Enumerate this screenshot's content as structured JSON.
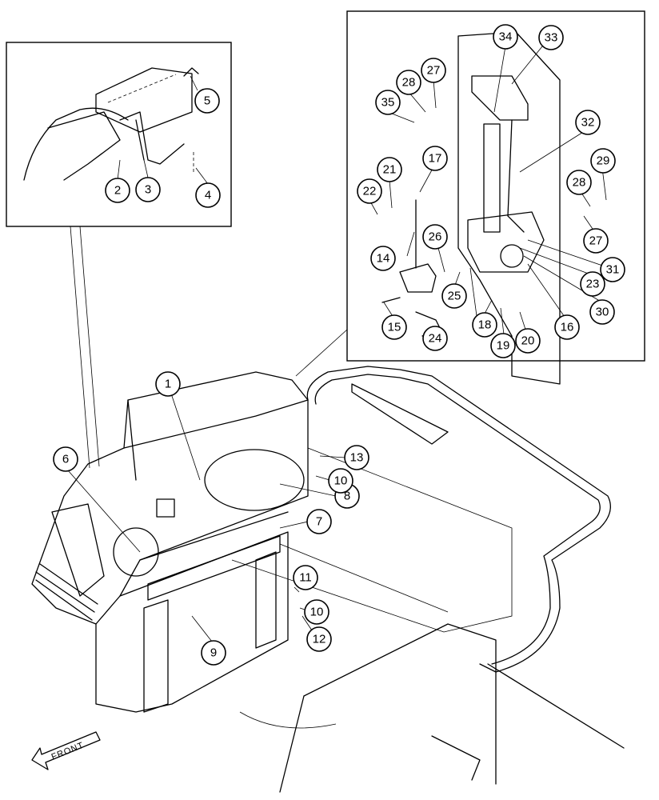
{
  "diagram": {
    "front_label": "FRONT",
    "callouts": [
      "1",
      "2",
      "3",
      "4",
      "5",
      "6",
      "7",
      "8",
      "9",
      "10",
      "10",
      "11",
      "12",
      "13",
      "14",
      "15",
      "16",
      "17",
      "18",
      "19",
      "20",
      "21",
      "22",
      "23",
      "24",
      "25",
      "26",
      "27",
      "27",
      "28",
      "28",
      "29",
      "30",
      "31",
      "32",
      "33",
      "34",
      "35"
    ]
  },
  "colors": {
    "line": "#000000",
    "background": "#ffffff"
  }
}
